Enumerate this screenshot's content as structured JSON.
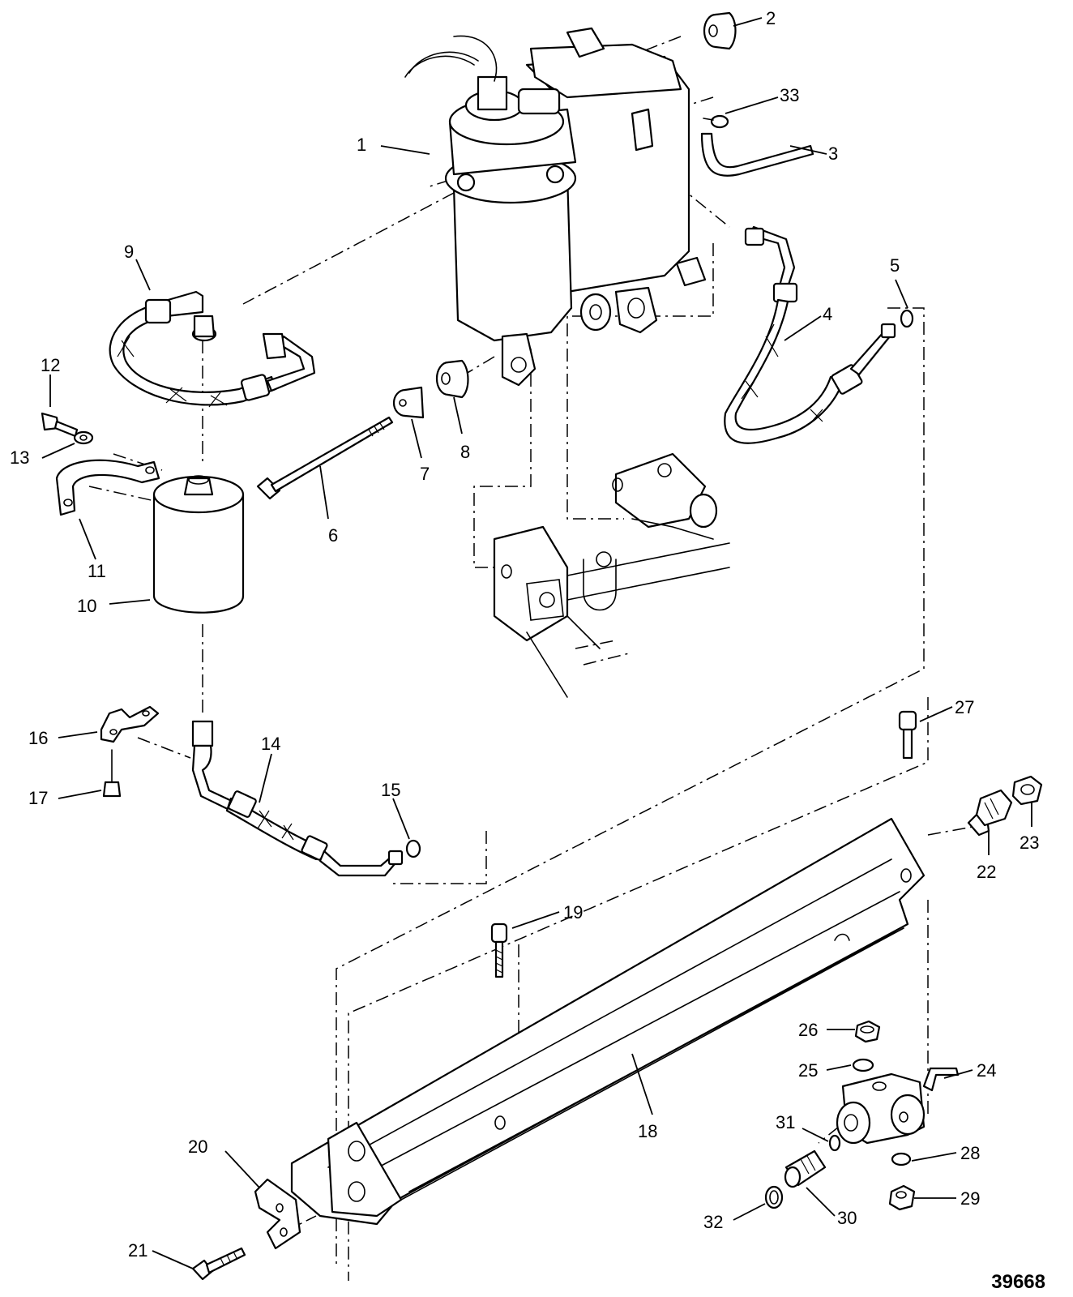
{
  "drawing_number": "39668",
  "callouts": [
    {
      "id": "1",
      "text": "1"
    },
    {
      "id": "2",
      "text": "2"
    },
    {
      "id": "3",
      "text": "3"
    },
    {
      "id": "4",
      "text": "4"
    },
    {
      "id": "5",
      "text": "5"
    },
    {
      "id": "6",
      "text": "6"
    },
    {
      "id": "7",
      "text": "7"
    },
    {
      "id": "8",
      "text": "8"
    },
    {
      "id": "9",
      "text": "9"
    },
    {
      "id": "10",
      "text": "10"
    },
    {
      "id": "11",
      "text": "11"
    },
    {
      "id": "12",
      "text": "12"
    },
    {
      "id": "13",
      "text": "13"
    },
    {
      "id": "14",
      "text": "14"
    },
    {
      "id": "15",
      "text": "15"
    },
    {
      "id": "16",
      "text": "16"
    },
    {
      "id": "17",
      "text": "17"
    },
    {
      "id": "18",
      "text": "18"
    },
    {
      "id": "19",
      "text": "19"
    },
    {
      "id": "20",
      "text": "20"
    },
    {
      "id": "21",
      "text": "21"
    },
    {
      "id": "22",
      "text": "22"
    },
    {
      "id": "23",
      "text": "23"
    },
    {
      "id": "24",
      "text": "24"
    },
    {
      "id": "25",
      "text": "25"
    },
    {
      "id": "26",
      "text": "26"
    },
    {
      "id": "27",
      "text": "27"
    },
    {
      "id": "28",
      "text": "28"
    },
    {
      "id": "29",
      "text": "29"
    },
    {
      "id": "30",
      "text": "30"
    },
    {
      "id": "31",
      "text": "31"
    },
    {
      "id": "32",
      "text": "32"
    },
    {
      "id": "33",
      "text": "33"
    }
  ]
}
